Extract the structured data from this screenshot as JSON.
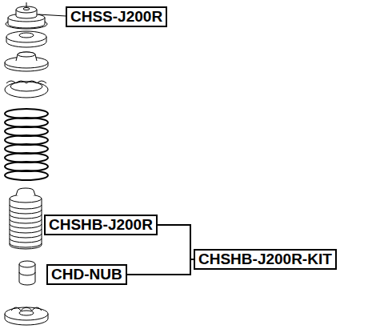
{
  "diagram": {
    "nodes": [
      {
        "text": [
          "CHSS-J200R"
        ]
      },
      {
        "text": [
          "CHSHB-J200R"
        ]
      },
      {
        "text": [
          "CHSHB-J200R-KIT"
        ]
      },
      {
        "text": [
          "CHD-NUB"
        ]
      }
    ],
    "edges": [
      {
        "from": 1,
        "to": 2,
        "arrow": "none"
      },
      {
        "from": 3,
        "to": 2,
        "arrow": "none"
      }
    ]
  }
}
